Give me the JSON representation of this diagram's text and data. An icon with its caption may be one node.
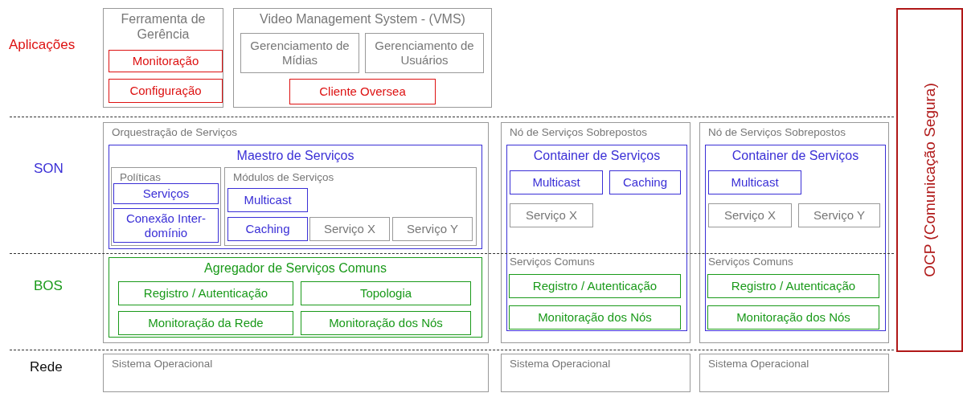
{
  "diagram": {
    "nodes": [
      {
        "text": [
          "Ferramenta de Gerência"
        ]
      },
      {
        "text": [
          "Monitoração"
        ],
        "in": 0
      },
      {
        "text": [
          "Configuração"
        ],
        "in": 0
      },
      {
        "text": [
          "Video Management System - (VMS)"
        ]
      },
      {
        "text": [
          "Gerenciamento de Mídias"
        ],
        "in": 3
      },
      {
        "text": [
          "Gerenciamento de Usuários"
        ],
        "in": 3
      },
      {
        "text": [
          "Cliente Oversea"
        ],
        "in": 3
      },
      {
        "text": [
          "Orquestração de Serviços"
        ]
      },
      {
        "text": [
          "Maestro de Serviços"
        ],
        "in": 7
      },
      {
        "text": [
          "Políticas"
        ],
        "in": 8
      },
      {
        "text": [
          "Serviços"
        ],
        "in": 9
      },
      {
        "text": [
          "Conexão Inter-domínio"
        ],
        "in": 9
      },
      {
        "text": [
          "Módulos de Serviços"
        ],
        "in": 8
      },
      {
        "text": [
          "Multicast"
        ],
        "in": 12
      },
      {
        "text": [
          "Caching"
        ],
        "in": 12
      },
      {
        "text": [
          "Serviço X"
        ],
        "in": 12
      },
      {
        "text": [
          "Serviço Y"
        ],
        "in": 12
      },
      {
        "text": [
          "Agregador de Serviços Comuns"
        ],
        "in": 7
      },
      {
        "text": [
          "Registro / Autenticação"
        ],
        "in": 17
      },
      {
        "text": [
          "Topologia"
        ],
        "in": 17
      },
      {
        "text": [
          "Monitoração da Rede"
        ],
        "in": 17
      },
      {
        "text": [
          "Monitoração dos Nós"
        ],
        "in": 17
      },
      {
        "text": [
          "Nó de Serviços Sobrepostos"
        ]
      },
      {
        "text": [
          "Container de Serviços"
        ],
        "in": 22
      },
      {
        "text": [
          "Multicast"
        ],
        "in": 23
      },
      {
        "text": [
          "Caching"
        ],
        "in": 23
      },
      {
        "text": [
          "Serviço X"
        ],
        "in": 23
      },
      {
        "text": [
          "Serviços Comuns"
        ],
        "in": 23
      },
      {
        "text": [
          "Registro / Autenticação"
        ],
        "in": 27
      },
      {
        "text": [
          "Monitoração dos Nós"
        ],
        "in": 27
      },
      {
        "text": [
          "Nó de Serviços Sobrepostos"
        ]
      },
      {
        "text": [
          "Container de Serviços"
        ],
        "in": 30
      },
      {
        "text": [
          "Multicast"
        ],
        "in": 31
      },
      {
        "text": [
          "Serviço X"
        ],
        "in": 31
      },
      {
        "text": [
          "Serviço Y"
        ],
        "in": 31
      },
      {
        "text": [
          "Serviços Comuns"
        ],
        "in": 31
      },
      {
        "text": [
          "Registro / Autenticação"
        ],
        "in": 35
      },
      {
        "text": [
          "Monitoração dos Nós"
        ],
        "in": 35
      },
      {
        "text": [
          "Sistema Operacional"
        ]
      },
      {
        "text": [
          "Sistema Operacional"
        ]
      },
      {
        "text": [
          "Sistema Operacional"
        ]
      },
      {
        "text": [
          "OCP (Comunicação Segura)"
        ]
      }
    ],
    "labels": [
      "Aplicações",
      "SON",
      "BOS",
      "Rede"
    ]
  }
}
